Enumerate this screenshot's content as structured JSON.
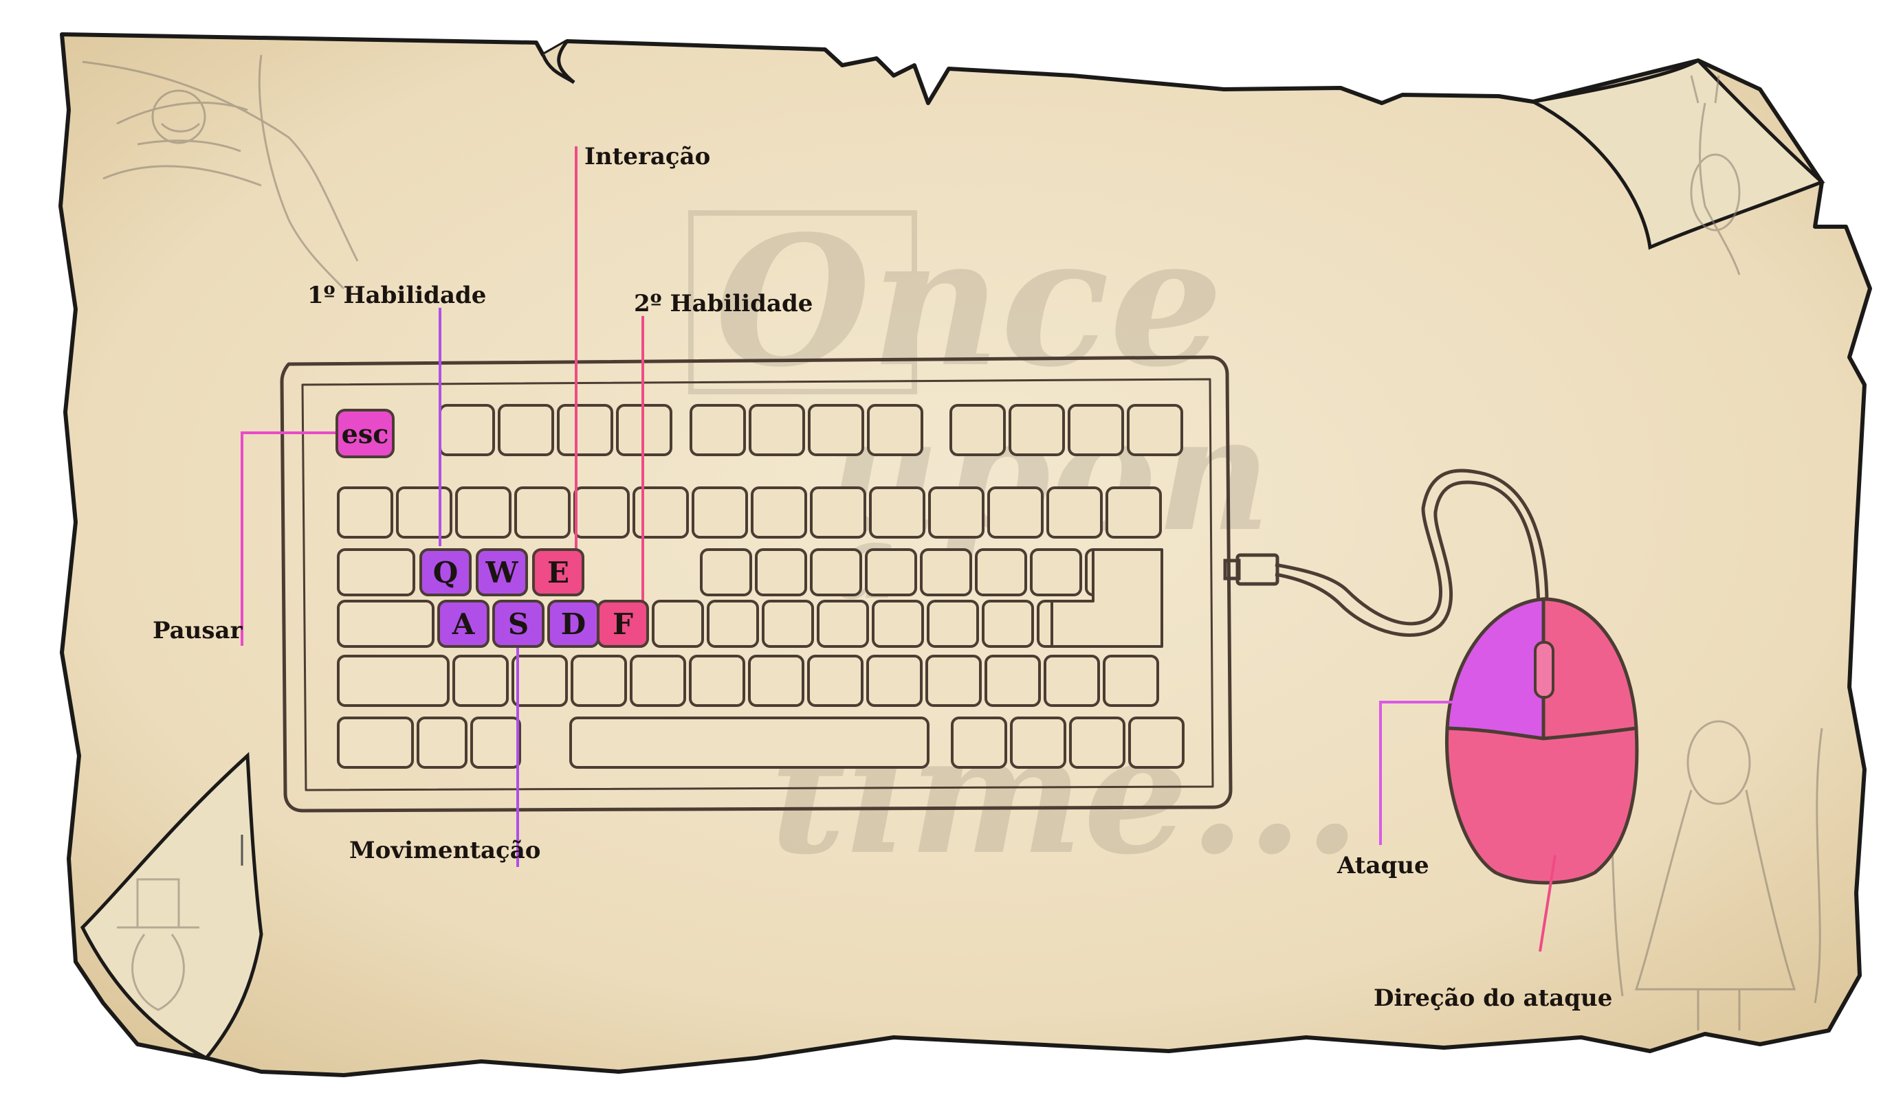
{
  "labels": {
    "interaction": "Interação",
    "skill1": "1º Habilidade",
    "skill2": "2º Habilidade",
    "pause": "Pausar",
    "movement": "Movimentação",
    "attack": "Ataque",
    "attack_direction": "Direção do ataque"
  },
  "keys": {
    "esc": "esc",
    "q": "Q",
    "w": "W",
    "e": "E",
    "a": "A",
    "s": "S",
    "d": "D",
    "f": "F"
  },
  "watermark": [
    "Once",
    "upon",
    "a",
    "time..."
  ],
  "colors": {
    "parchment": "#efe2c4",
    "outline": "#1b1a19",
    "keyboard_line": "#4b3d33",
    "purple": "#b04fe8",
    "pink": "#ef4b86",
    "magenta": "#e84bc9",
    "mouse_left": "#d95ae6",
    "mouse_right": "#f0608e"
  }
}
